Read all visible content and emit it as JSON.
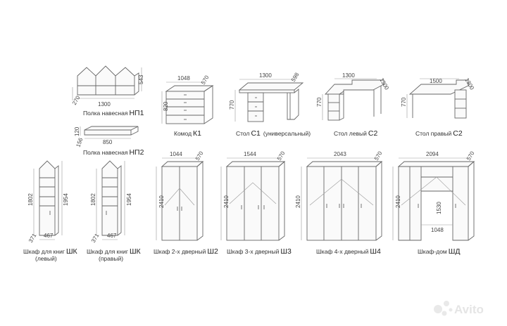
{
  "items": {
    "np1": {
      "name": "Полка навесная",
      "code": "НП1",
      "width": "1300",
      "height": "543",
      "depth": "270"
    },
    "np2": {
      "name": "Полка навесная",
      "code": "НП2",
      "width": "850",
      "height": "120",
      "depth": "156"
    },
    "k1": {
      "name": "Комод",
      "code": "К1",
      "width": "1048",
      "height": "820",
      "depth": "570"
    },
    "c1": {
      "name": "Стол",
      "code": "С1",
      "note": "(универсальный)",
      "width": "1300",
      "height": "770",
      "depth": "598"
    },
    "c2l": {
      "name": "Стол левый",
      "code": "С2",
      "width": "1300",
      "height": "770",
      "depth": "1300"
    },
    "c2r": {
      "name": "Стол правый",
      "code": "С2",
      "width": "1500",
      "height": "770",
      "depth": "1300"
    },
    "shk_left": {
      "name": "Шкаф для книг",
      "code": "ШК",
      "note": "(левый)",
      "height": "1802",
      "height2": "1954",
      "width": "467",
      "depth": "371"
    },
    "shk_right": {
      "name": "Шкаф для книг",
      "code": "ШК",
      "note": "(правый)",
      "height": "1802",
      "height2": "1954",
      "width": "467",
      "depth": "371"
    },
    "sh2": {
      "name": "Шкаф 2-х дверный",
      "code": "Ш2",
      "width": "1044",
      "depth": "570",
      "height": "2410"
    },
    "sh3": {
      "name": "Шкаф 3-х дверный",
      "code": "Ш3",
      "width": "1544",
      "depth": "570",
      "height": "2410"
    },
    "sh4": {
      "name": "Шкаф 4-х дверный",
      "code": "Ш4",
      "width": "2043",
      "depth": "570",
      "height": "2410"
    },
    "shd": {
      "name": "Шкаф-дом",
      "code": "ШД",
      "width": "2094",
      "depth": "570",
      "height": "2410",
      "inner_height": "1530",
      "inner_width": "1048"
    }
  },
  "watermark": "Avito"
}
